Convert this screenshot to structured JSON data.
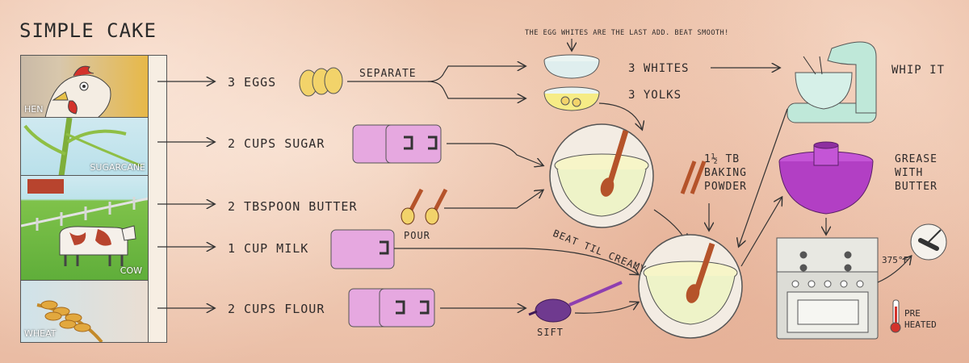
{
  "title": "SIMPLE CAKE",
  "sources": [
    {
      "label": "HEN"
    },
    {
      "label": "SUGARCANE"
    },
    {
      "label": "COW"
    },
    {
      "label": "WHEAT"
    }
  ],
  "ingredients": {
    "eggs": "3 EGGS",
    "sugar": "2 CUPS SUGAR",
    "butter": "2 TBSPOON BUTTER",
    "milk": "1 CUP MILK",
    "flour": "2 CUPS FLOUR"
  },
  "steps": {
    "separate": "SEPARATE",
    "note": "THE EGG WHITES ARE THE LAST ADD. BEAT SMOOTH!",
    "whites": "3 WHITES",
    "yolks": "3 YOLKS",
    "whip": "WHIP IT",
    "beat": "BEAT TIL CREAMY",
    "baking_powder_1": "1½ TB",
    "baking_powder_2": "BAKING",
    "baking_powder_3": "POWDER",
    "pour": "POUR",
    "sift": "SIFT",
    "grease_1": "GREASE",
    "grease_2": "WITH",
    "grease_3": "BUTTER",
    "temp": "375°F",
    "pre": "PRE",
    "heated": "HEATED"
  },
  "colors": {
    "cup": "#e6a8e0",
    "pan": "#b23fc4",
    "mixer": "#bfe8d9",
    "egg": "#f2d36a",
    "spoon": "#b5532a"
  }
}
